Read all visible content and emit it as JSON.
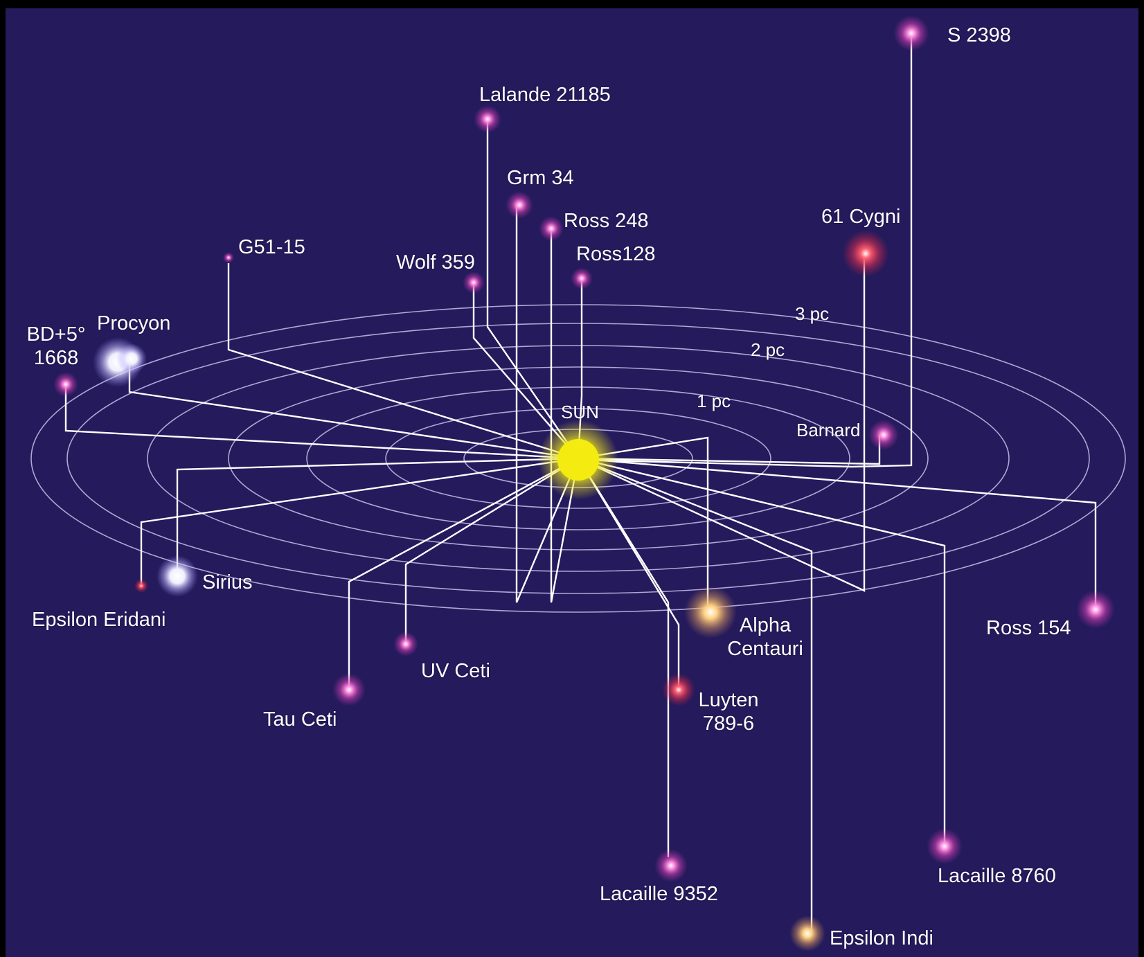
{
  "sun": {
    "label": "SUN",
    "color": "#f4ec10"
  },
  "rings": [
    {
      "label": "1 pc"
    },
    {
      "label": "2 pc"
    },
    {
      "label": "3 pc"
    }
  ],
  "stars": [
    {
      "id": "s2398",
      "label": "S 2398",
      "color": "#ff7ad0"
    },
    {
      "id": "lalande",
      "label": "Lalande 21185",
      "color": "#ff7ad0"
    },
    {
      "id": "grm34",
      "label": "Grm 34",
      "color": "#ff7ad0"
    },
    {
      "id": "ross248",
      "label": "Ross 248",
      "color": "#ff7ad0"
    },
    {
      "id": "ross128",
      "label": "Ross128",
      "color": "#ff7ad0"
    },
    {
      "id": "cygni",
      "label": "61 Cygni",
      "color": "#ff5060"
    },
    {
      "id": "g5115",
      "label": "G51-15",
      "color": "#c070d0"
    },
    {
      "id": "wolf359",
      "label": "Wolf 359",
      "color": "#ff7ad0"
    },
    {
      "id": "procyon",
      "label": "Procyon",
      "color": "#ffffff"
    },
    {
      "id": "bd5",
      "label_line1": "BD+5°",
      "label_line2": "1668",
      "color": "#ff7ad0"
    },
    {
      "id": "barnard",
      "label": "Barnard",
      "color": "#ff7ad0"
    },
    {
      "id": "sirius",
      "label": "Sirius",
      "color": "#ffffff"
    },
    {
      "id": "epseri",
      "label": "Epsilon Eridani",
      "color": "#ff5070"
    },
    {
      "id": "alphacen",
      "label_line1": "Alpha",
      "label_line2": "Centauri",
      "color": "#ffd0a0"
    },
    {
      "id": "ross154",
      "label": "Ross 154",
      "color": "#ff7ad0"
    },
    {
      "id": "uvceti",
      "label": "UV Ceti",
      "color": "#ff7ad0"
    },
    {
      "id": "tauceti",
      "label": "Tau Ceti",
      "color": "#ff7ad0"
    },
    {
      "id": "luyten",
      "label_line1": "Luyten",
      "label_line2": "789-6",
      "color": "#ff5080"
    },
    {
      "id": "lac9352",
      "label": "Lacaille 9352",
      "color": "#ff7ad0"
    },
    {
      "id": "lac8760",
      "label": "Lacaille 8760",
      "color": "#ff7ad0"
    },
    {
      "id": "epsindi",
      "label": "Epsilon Indi",
      "color": "#ffd080"
    }
  ]
}
